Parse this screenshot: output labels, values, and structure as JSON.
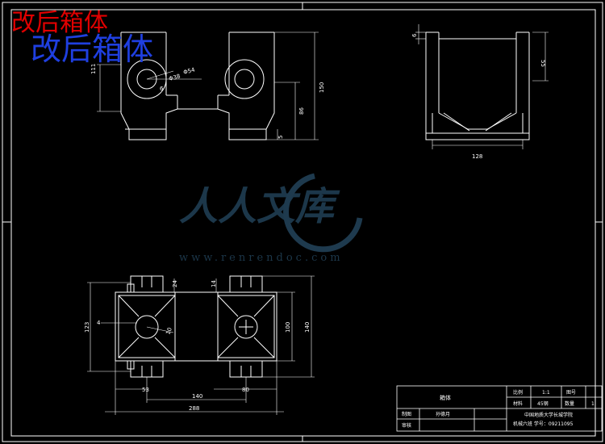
{
  "title": {
    "red": "改后箱体",
    "blue": "改后箱体"
  },
  "watermark": {
    "brand": "人人文库",
    "url": "www.renrendoc.com"
  },
  "top_view_dims": {
    "d1": "111",
    "d2": "Φ54",
    "d3": "Φ38",
    "d4": "6",
    "d5": "150",
    "d6": "86",
    "d7": "5"
  },
  "side_view_dims": {
    "d1": "6",
    "d2": "55",
    "d3": "128"
  },
  "plan_view_dims": {
    "d1": "24",
    "d2": "14",
    "d3": "123",
    "d4": "4",
    "d5": "10",
    "d6": "100",
    "d7": "140",
    "d8": "53",
    "d9": "140",
    "d10": "80",
    "d11": "288"
  },
  "title_block": {
    "part_name": "箱体",
    "scale_label": "比例",
    "scale_value": "1:1",
    "drawing_no_label": "图号",
    "material_label": "材料",
    "material_value": "45钢",
    "quantity_label": "数量",
    "quantity_value": "1",
    "drawn_label": "制图",
    "drawn_value": "孙德月",
    "checked_label": "审核",
    "school": "中国地质大学长城学院",
    "class_info": "机械六班  学号：09211095"
  }
}
